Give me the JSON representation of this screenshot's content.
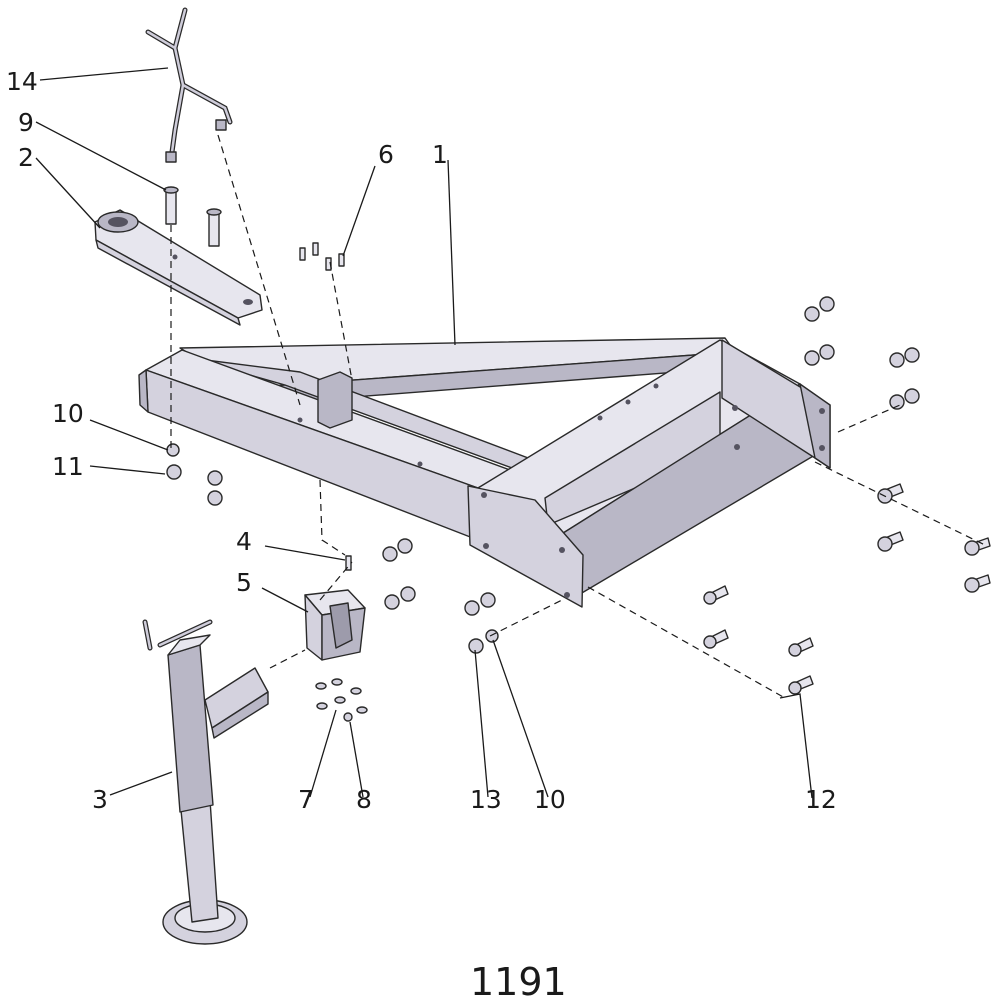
{
  "figure_number": "1191",
  "callouts": [
    {
      "id": "c1",
      "text": "1"
    },
    {
      "id": "c2",
      "text": "2"
    },
    {
      "id": "c3",
      "text": "3"
    },
    {
      "id": "c4",
      "text": "4"
    },
    {
      "id": "c5",
      "text": "5"
    },
    {
      "id": "c6",
      "text": "6"
    },
    {
      "id": "c7",
      "text": "7"
    },
    {
      "id": "c8",
      "text": "8"
    },
    {
      "id": "c9",
      "text": "9"
    },
    {
      "id": "c10a",
      "text": "10"
    },
    {
      "id": "c10b",
      "text": "10"
    },
    {
      "id": "c11",
      "text": "11"
    },
    {
      "id": "c12",
      "text": "12"
    },
    {
      "id": "c13",
      "text": "13"
    },
    {
      "id": "c14",
      "text": "14"
    }
  ],
  "colors": {
    "frame_light": "#d4d2de",
    "frame_mid": "#b9b7c6",
    "frame_dark": "#9d9bab",
    "line": "#1a1a1a"
  }
}
